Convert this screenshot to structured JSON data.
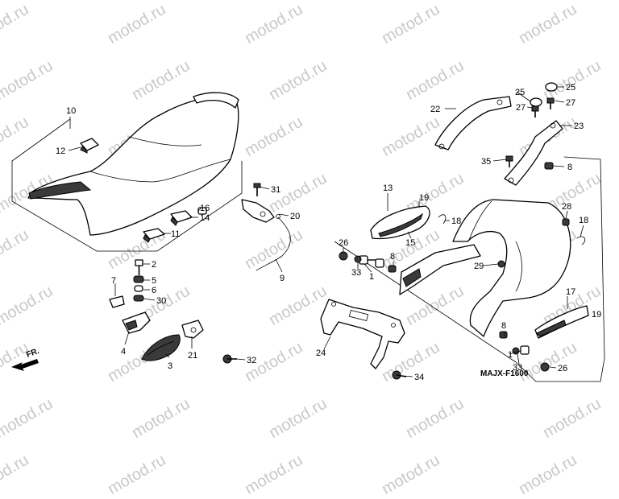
{
  "watermark": "motod.ru",
  "diagram_code": "MAJX-F1600",
  "front_label": "FR.",
  "callouts": {
    "c10": "10",
    "c12": "12",
    "c16": "16",
    "c14": "14",
    "c11": "11",
    "c31": "31",
    "c20": "20",
    "c9": "9",
    "c2": "2",
    "c5": "5",
    "c6": "6",
    "c7": "7",
    "c30": "30",
    "c4": "4",
    "c3": "3",
    "c21": "21",
    "c32": "32",
    "c22": "22",
    "c25a": "25",
    "c25b": "25",
    "c27a": "27",
    "c27b": "27",
    "c23": "23",
    "c35": "35",
    "c8a": "8",
    "c13": "13",
    "c19a": "19",
    "c15": "15",
    "c18a": "18",
    "c28": "28",
    "c18b": "18",
    "c26a": "26",
    "c33a": "33",
    "c1a": "1",
    "c8b": "8",
    "c29": "29",
    "c17": "17",
    "c19b": "19",
    "c24": "24",
    "c34": "34",
    "c8c": "8",
    "c1b": "1",
    "c33b": "33",
    "c26b": "26"
  }
}
